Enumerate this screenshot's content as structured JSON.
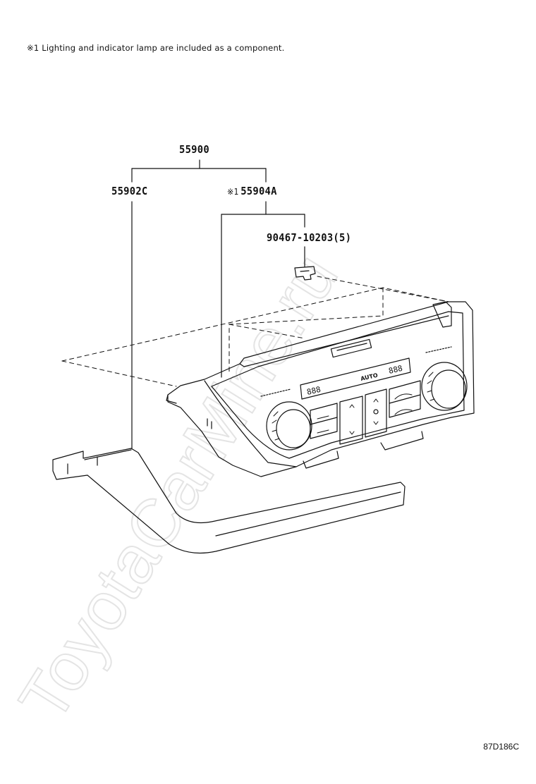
{
  "note": {
    "text": "※1 Lighting and indicator lamp are included as a component."
  },
  "parts": {
    "assembly": "55900",
    "base": "55902C",
    "panel_marker": "※1",
    "panel": "55904A",
    "clip": "90467-10203(5)"
  },
  "display": {
    "left_temp": "888",
    "right_temp": "888",
    "mode_text": "AUTO"
  },
  "watermark": "ToyotaCarMine.ru",
  "drawing_id": "87D186C"
}
